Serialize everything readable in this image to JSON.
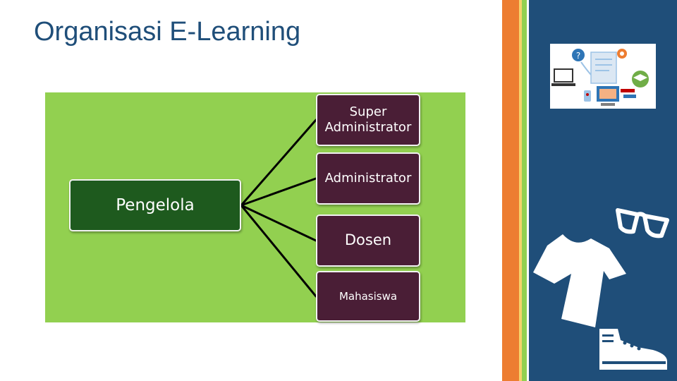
{
  "slide": {
    "title": "Organisasi E-Learning"
  },
  "diagram": {
    "root": {
      "label": "Pengelola"
    },
    "children": [
      {
        "label": "Super Administrator"
      },
      {
        "label": "Administrator"
      },
      {
        "label": "Dosen"
      },
      {
        "label": "Mahasiswa"
      }
    ]
  },
  "colors": {
    "title": "#1f4e79",
    "panel": "#92d050",
    "root_fill": "#1e5a1e",
    "leaf_fill": "#4a1e36",
    "side_panel": "#1f4e79",
    "stripe_orange": "#ed7d31"
  },
  "icons": [
    "e-learning-illustration-icon",
    "glasses-icon",
    "tshirt-icon",
    "sneaker-icon"
  ]
}
